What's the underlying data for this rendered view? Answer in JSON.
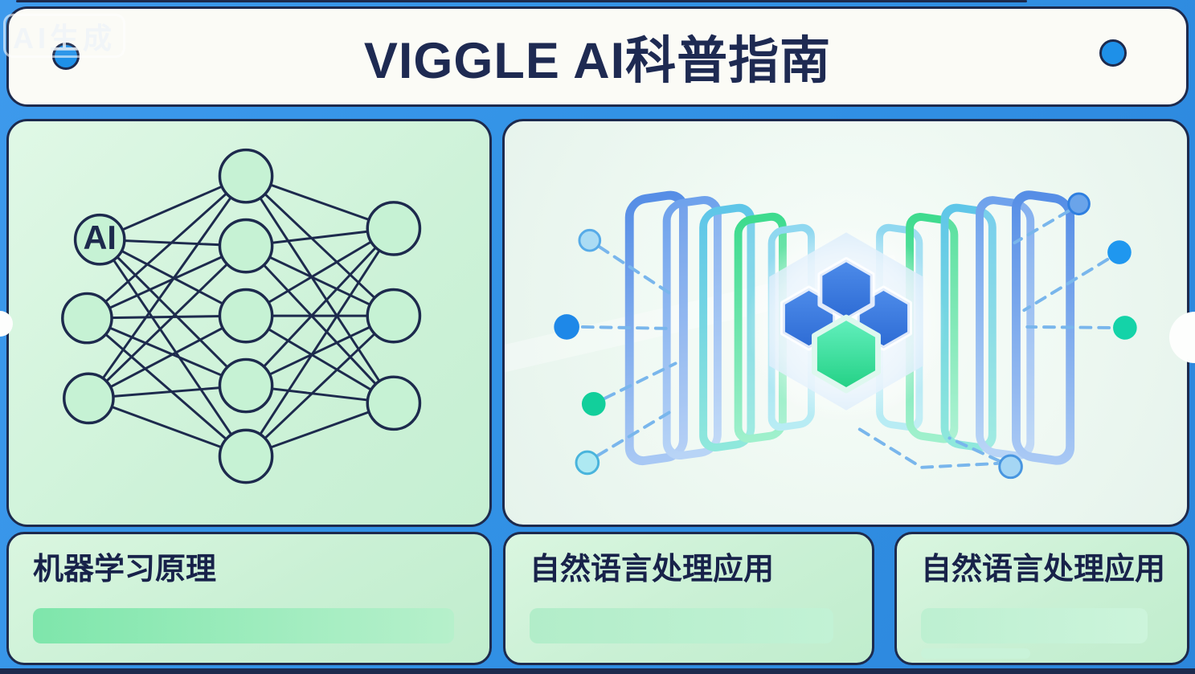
{
  "watermark": {
    "label": "AI生成"
  },
  "header": {
    "title": "VIGGLE AI科普指南"
  },
  "neural_network_panel": {
    "node_label": "AI"
  },
  "cards": [
    {
      "label": "机器学习原理",
      "progress_pct": 97
    },
    {
      "label": "自然语言处理应用",
      "progress_pct": 95
    },
    {
      "label": "自然语言处理应用",
      "progress_pct": 93,
      "progress2_pct": 45
    }
  ],
  "illustration_panel": {
    "core_icon": "hexagon-cluster",
    "left_dots": [
      "light-blue",
      "blue",
      "green",
      "cyan"
    ],
    "right_dots": [
      "blue",
      "blue",
      "teal",
      "light-blue"
    ]
  },
  "colors": {
    "background_blue": "#3292e6",
    "outline_navy": "#1d2a4d",
    "title_navy": "#1e2a52",
    "panel_mint": "#cdf2d8",
    "illustration_bg": "#edf8f1",
    "progress_green": "#7ee6ab",
    "progress_light_green": "#b9efcd",
    "dot_blue": "#1e88e8",
    "dot_green": "#12cf9b",
    "hex_blue": "#3b7fe0",
    "hex_green": "#2fd992"
  }
}
